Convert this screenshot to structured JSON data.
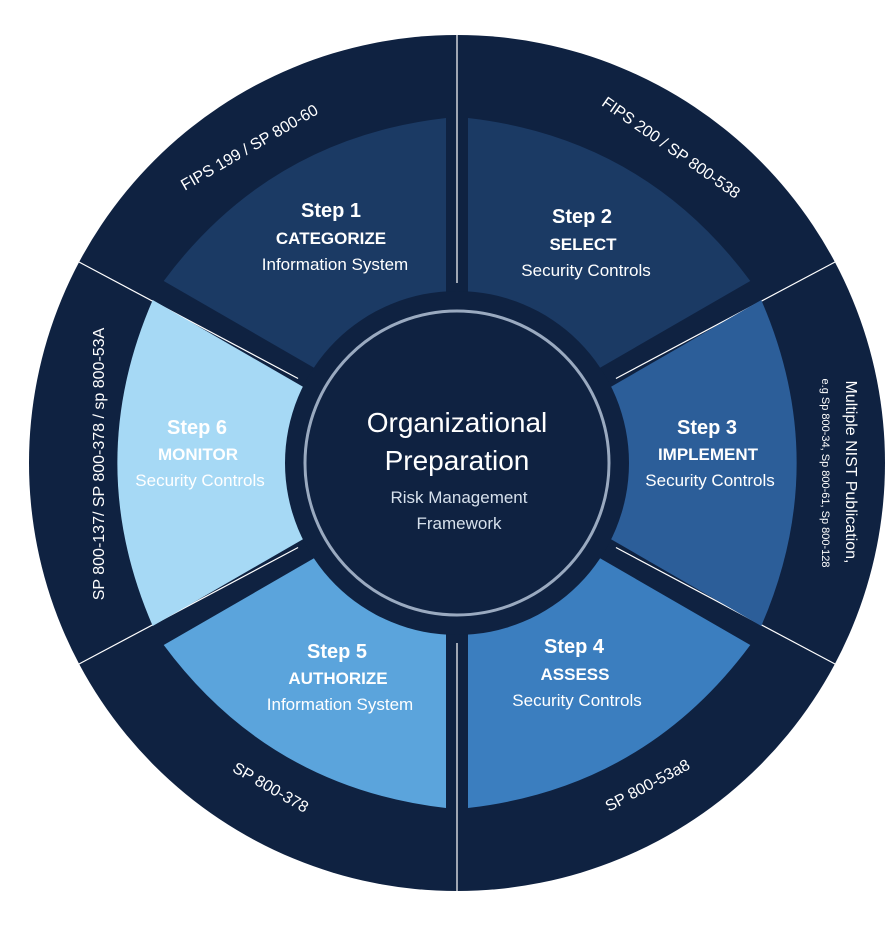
{
  "center": {
    "title_line1": "Organizational",
    "title_line2": "Preparation",
    "subtitle_line1": "Risk Management",
    "subtitle_line2": "Framework"
  },
  "steps": [
    {
      "number": "Step 1",
      "name": "CATEGORIZE",
      "desc": "Information System",
      "color": "#1b3a64"
    },
    {
      "number": "Step 2",
      "name": "SELECT",
      "desc": "Security Controls",
      "color": "#1b3a64"
    },
    {
      "number": "Step 3",
      "name": "IMPLEMENT",
      "desc": "Security Controls",
      "color": "#2c5e99"
    },
    {
      "number": "Step 4",
      "name": "ASSESS",
      "desc": "Security Controls",
      "color": "#3b7ebf"
    },
    {
      "number": "Step 5",
      "name": "AUTHORIZE",
      "desc": "Information System",
      "color": "#5ba4dc"
    },
    {
      "number": "Step 6",
      "name": "MONITOR",
      "desc": "Security Controls",
      "color": "#a6d9f5"
    }
  ],
  "ring_labels": {
    "top_left": "FIPS 199 / SP 800-60",
    "top_right": "FIPS 200 / SP 800-538",
    "right_main": "Multiple NIST Publication,",
    "right_sub": "e.g Sp 800-34, Sp 800-61, Sp 800-128",
    "bottom_right": "SP 800-53a8",
    "bottom_left": "SP 800-378",
    "left": "SP 800-137/ SP 800-378 / sp 800-53A"
  },
  "colors": {
    "outer_ring": "#0f2241",
    "divider": "#ffffff",
    "center_fill": "#0f2241",
    "center_ring": "#9aaac0"
  }
}
